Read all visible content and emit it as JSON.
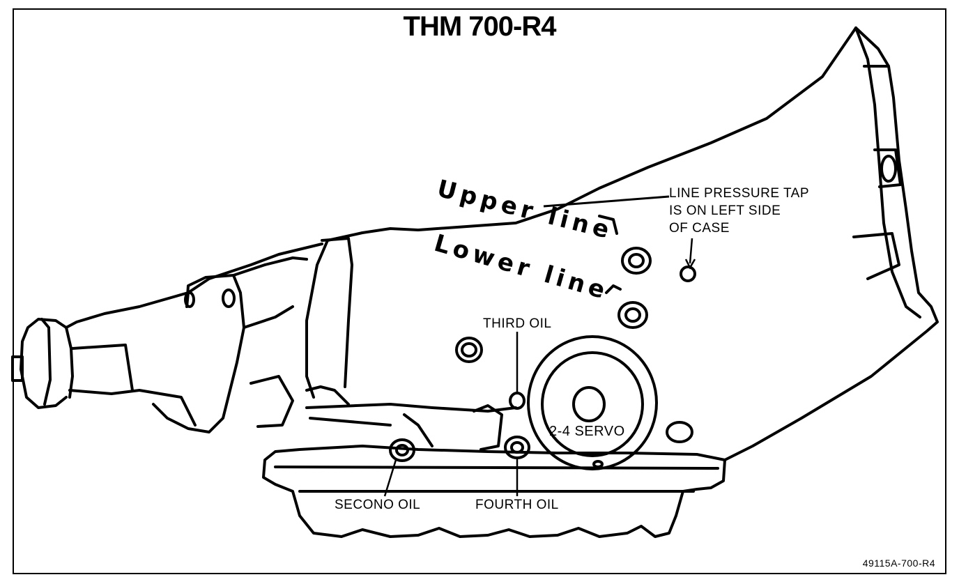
{
  "title": "THM 700-R4",
  "annotations": {
    "upper_line": "Upper line",
    "lower_line": "Lower line"
  },
  "callouts": {
    "line_pressure_1": "LINE PRESSURE TAP",
    "line_pressure_2": "IS ON LEFT SIDE",
    "line_pressure_3": "OF CASE",
    "third_oil": "THIRD OIL",
    "servo": "2-4 SERVO",
    "second_oil": "SECONO OIL",
    "fourth_oil": "FOURTH OIL"
  },
  "figure_code": "49115A-700-R4"
}
